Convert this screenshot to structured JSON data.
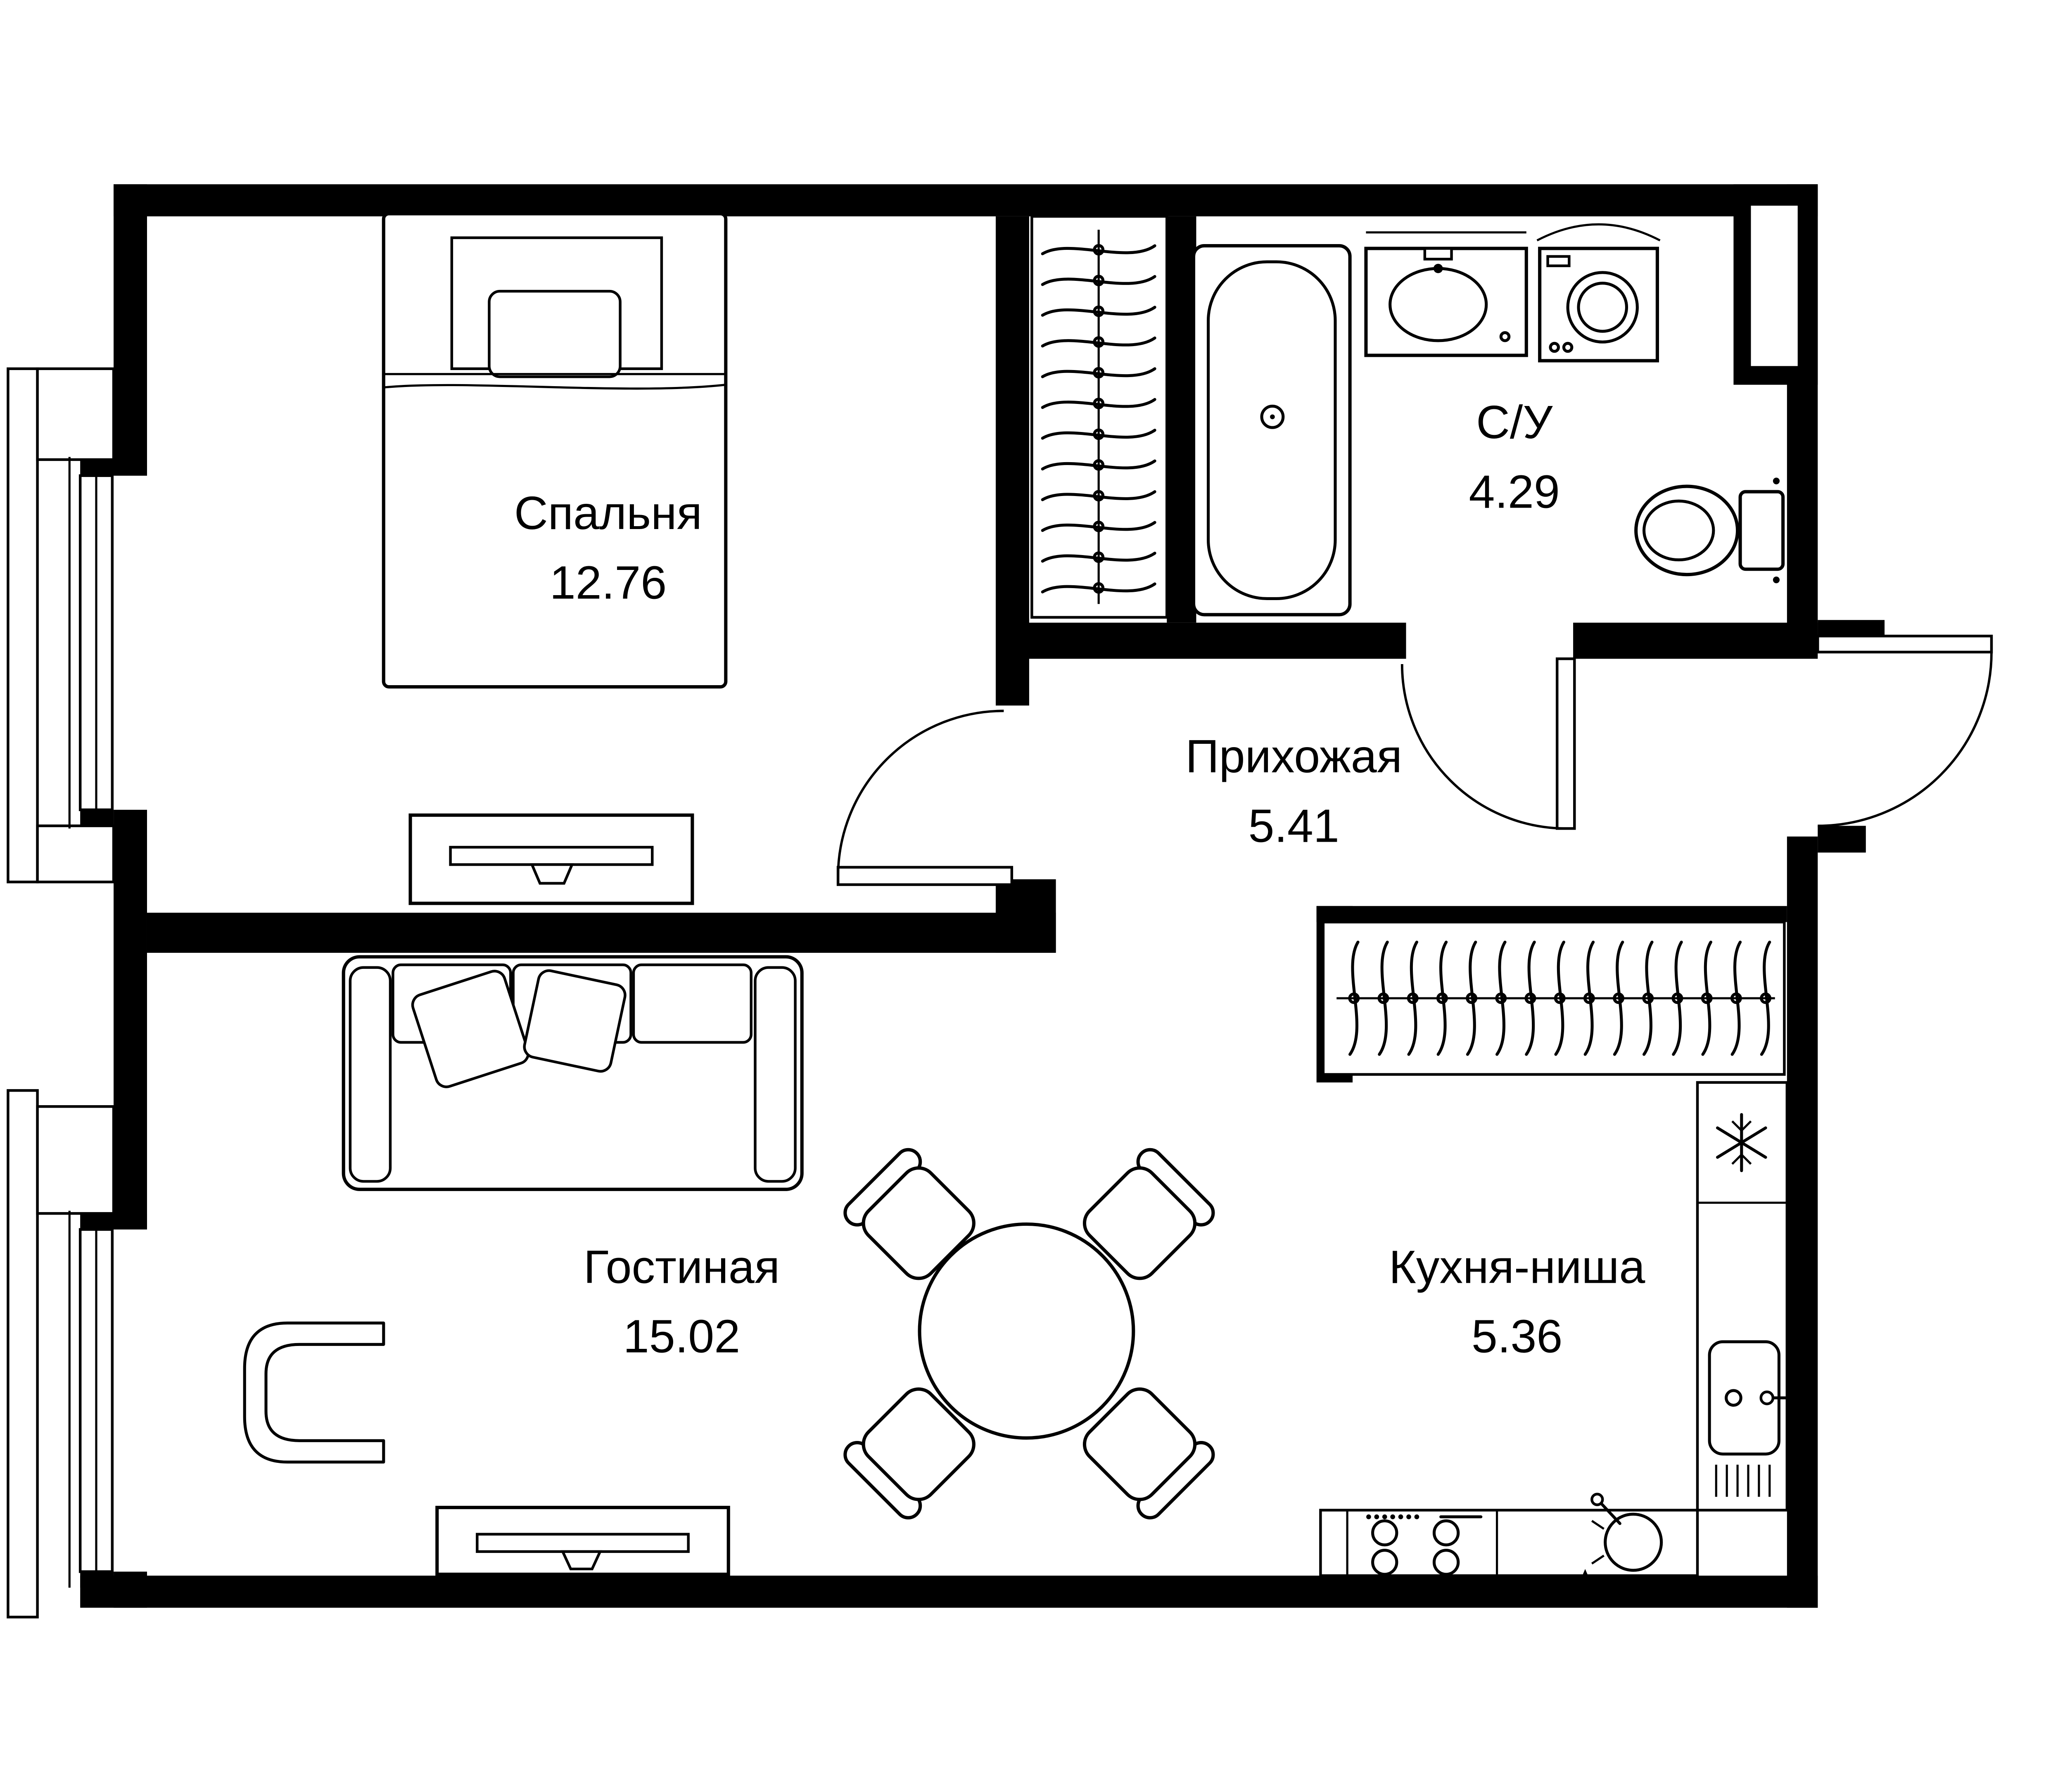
{
  "colors": {
    "walls": "#000000",
    "background": "#ffffff",
    "lines": "#000000"
  },
  "rooms": [
    {
      "key": "bedroom",
      "name": "Спальня",
      "area": "12.76"
    },
    {
      "key": "bathroom",
      "name": "С/У",
      "area": "4.29"
    },
    {
      "key": "hallway",
      "name": "Прихожая",
      "area": "5.41"
    },
    {
      "key": "living",
      "name": "Гостиная",
      "area": "15.02"
    },
    {
      "key": "kitchen",
      "name": "Кухня-ниша",
      "area": "5.36"
    }
  ],
  "icons": {
    "fridge": "snowflake-icon",
    "wardrobe": "clothes-hanger-icon",
    "doors": "quarter-arc-swing-icon",
    "dish_sparkle": "sparkle-icon"
  }
}
